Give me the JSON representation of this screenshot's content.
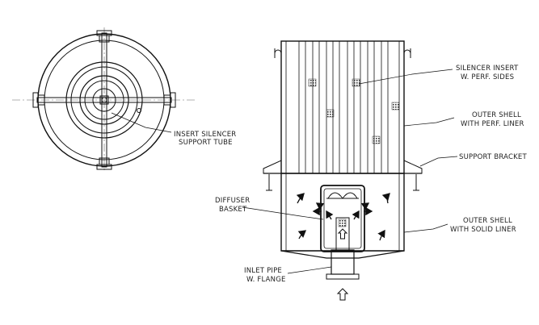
{
  "labels": {
    "insert_silencer_line1": "INSERT SILENCER",
    "insert_silencer_line2": "SUPPORT TUBE",
    "silencer_insert_line1": "SILENCER INSERT",
    "silencer_insert_line2": "W. PERF. SIDES",
    "outer_shell_perf_line1": "OUTER SHELL",
    "outer_shell_perf_line2": "WITH PERF. LINER",
    "support_bracket": "SUPPORT BRACKET",
    "outer_shell_solid_line1": "OUTER SHELL",
    "outer_shell_solid_line2": "WITH SOLID LINER",
    "diffuser_line1": "DIFFUSER",
    "diffuser_line2": "BASKET",
    "inlet_line1": "INLET PIPE",
    "inlet_line2": "W. FLANGE"
  },
  "colors": {
    "line": "#111111",
    "hatch": "#555555",
    "background": "#ffffff"
  }
}
